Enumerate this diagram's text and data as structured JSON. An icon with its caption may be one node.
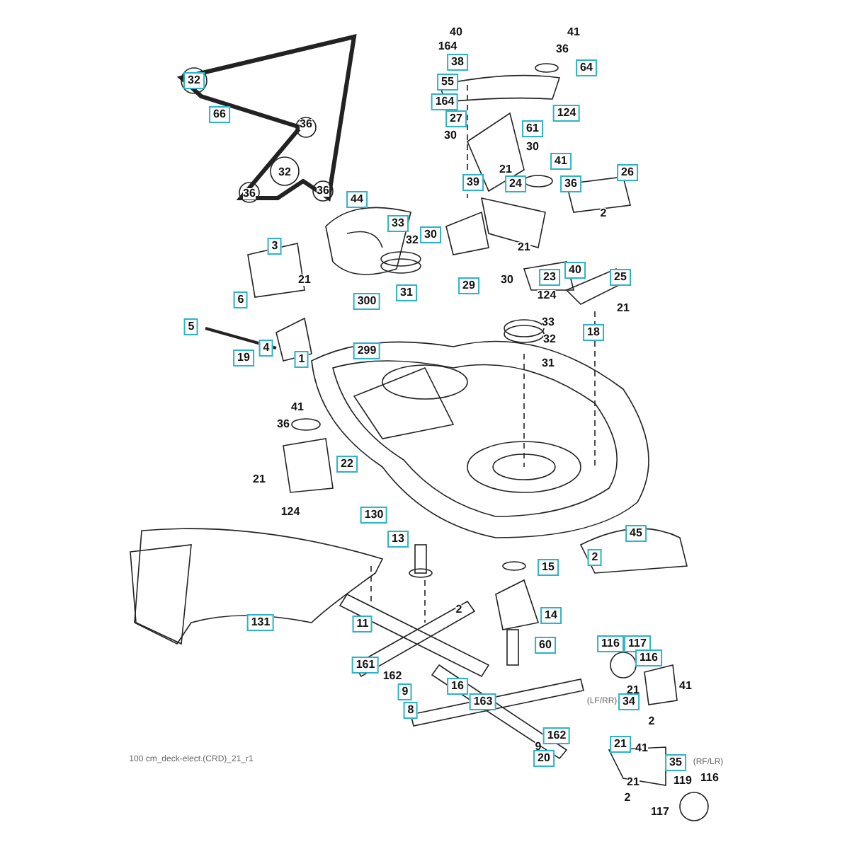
{
  "diagram": {
    "labels": [
      "40",
      "41",
      "164",
      "36",
      "38",
      "64",
      "32",
      "55",
      "164",
      "66",
      "124",
      "27",
      "36",
      "61",
      "30",
      "30",
      "41",
      "32",
      "21",
      "26",
      "39",
      "24",
      "36",
      "36",
      "36",
      "44",
      "2",
      "33",
      "30",
      "32",
      "3",
      "21",
      "21",
      "31",
      "29",
      "30",
      "23",
      "40",
      "25",
      "6",
      "300",
      "124",
      "21",
      "33",
      "5",
      "32",
      "4",
      "18",
      "19",
      "299",
      "1",
      "31",
      "41",
      "36",
      "22",
      "21",
      "124",
      "130",
      "45",
      "13",
      "2",
      "15",
      "2",
      "14",
      "131",
      "11",
      "60",
      "116",
      "117",
      "116",
      "161",
      "162",
      "16",
      "163",
      "21",
      "41",
      "(LF/RR)",
      "34",
      "9",
      "2",
      "8",
      "9",
      "162",
      "21",
      "41",
      "20",
      "35",
      "(RF/LR)",
      "116",
      "21",
      "119",
      "2",
      "117",
      "100 cm_deck-elect.(CRD)_21_r1"
    ]
  }
}
